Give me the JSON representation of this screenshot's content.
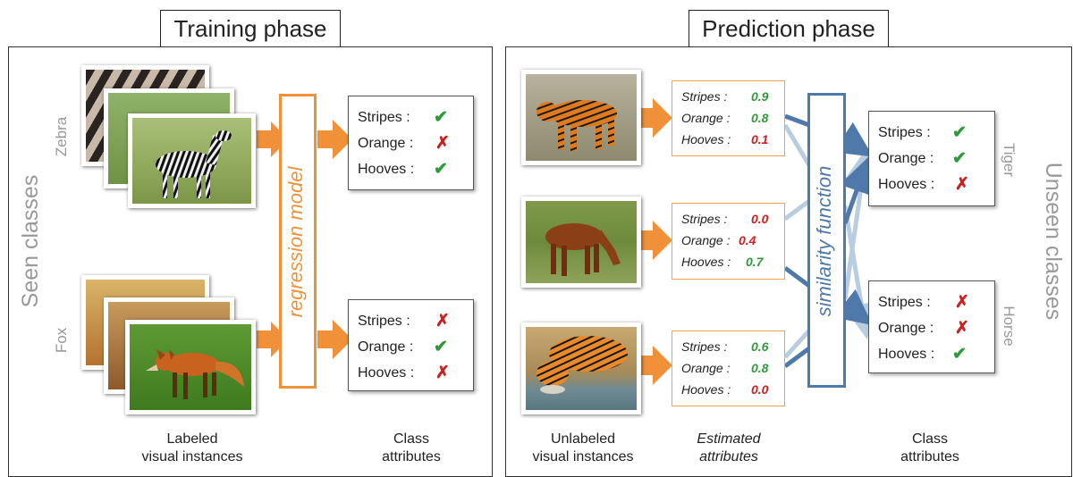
{
  "training": {
    "title": "Training phase",
    "side_label": "Seen classes",
    "model_label": "regression model",
    "groups": [
      {
        "class_name": "Zebra",
        "attributes": [
          {
            "name": "Stripes :",
            "mark": "check"
          },
          {
            "name": "Orange :",
            "mark": "cross"
          },
          {
            "name": "Hooves :",
            "mark": "check"
          }
        ]
      },
      {
        "class_name": "Fox",
        "attributes": [
          {
            "name": "Stripes :",
            "mark": "cross"
          },
          {
            "name": "Orange :",
            "mark": "check"
          },
          {
            "name": "Hooves :",
            "mark": "cross"
          }
        ]
      }
    ],
    "captions": {
      "instances": [
        "Labeled",
        "visual instances"
      ],
      "attributes": [
        "Class",
        "attributes"
      ]
    }
  },
  "prediction": {
    "title": "Prediction phase",
    "side_label": "Unseen classes",
    "function_label": "similarity function",
    "estimates": [
      {
        "rows": [
          {
            "name": "Stripes :",
            "value": "0.9",
            "level": "high"
          },
          {
            "name": "Orange :",
            "value": "0.8",
            "level": "high"
          },
          {
            "name": "Hooves :",
            "value": "0.1",
            "level": "low"
          }
        ]
      },
      {
        "rows": [
          {
            "name": "Stripes :",
            "value": "0.0",
            "level": "low"
          },
          {
            "name": "Orange :",
            "value": "0.4",
            "level": "low"
          },
          {
            "name": "Hooves :",
            "value": "0.7",
            "level": "high"
          }
        ]
      },
      {
        "rows": [
          {
            "name": "Stripes :",
            "value": "0.6",
            "level": "high"
          },
          {
            "name": "Orange :",
            "value": "0.8",
            "level": "high"
          },
          {
            "name": "Hooves :",
            "value": "0.0",
            "level": "low"
          }
        ]
      }
    ],
    "classes": [
      {
        "class_name": "Tiger",
        "attributes": [
          {
            "name": "Stripes :",
            "mark": "check"
          },
          {
            "name": "Orange :",
            "mark": "check"
          },
          {
            "name": "Hooves :",
            "mark": "cross"
          }
        ]
      },
      {
        "class_name": "Horse",
        "attributes": [
          {
            "name": "Stripes :",
            "mark": "cross"
          },
          {
            "name": "Orange :",
            "mark": "cross"
          },
          {
            "name": "Hooves :",
            "mark": "check"
          }
        ]
      }
    ],
    "captions": {
      "instances": [
        "Unlabeled",
        "visual instances"
      ],
      "estimated": [
        "Estimated",
        "attributes"
      ],
      "attributes": [
        "Class",
        "attributes"
      ]
    }
  },
  "marks": {
    "check": "✔",
    "cross": "✗"
  },
  "colors": {
    "orange": "#f0913a",
    "blue": "#4f79aa",
    "light_blue": "#b9cde0",
    "green": "#2e9b3a",
    "red": "#cc1f1f",
    "gray_label": "#999999"
  }
}
